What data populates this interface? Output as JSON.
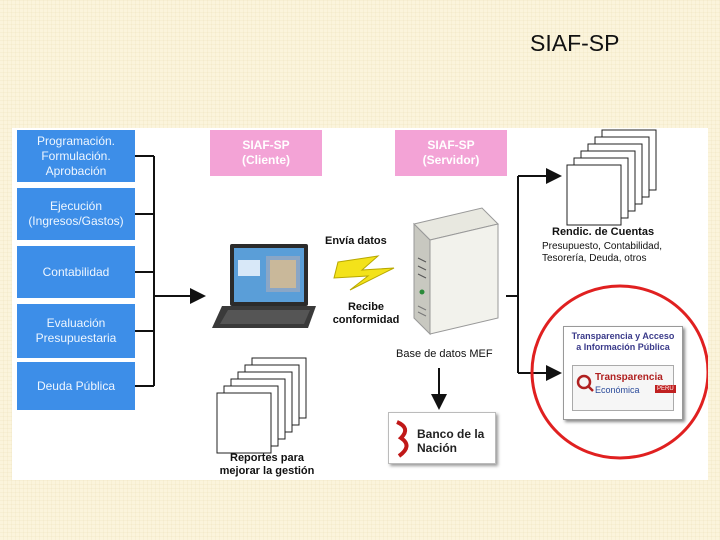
{
  "slide": {
    "title": "SIAF-SP"
  },
  "left_boxes": [
    {
      "label": "Programación.\nFormulación.\nAprobación"
    },
    {
      "label": "Ejecución\n(Ingresos/Gastos)"
    },
    {
      "label": "Contabilidad"
    },
    {
      "label": "Evaluación\nPresupuestaria"
    },
    {
      "label": "Deuda Pública"
    }
  ],
  "client_box": {
    "label": "SIAF-SP\n(Cliente)"
  },
  "server_box": {
    "label": "SIAF-SP\n(Servidor)"
  },
  "labels": {
    "envia": "Envía datos",
    "recibe": "Recibe\nconformidad",
    "base_datos": "Base de datos MEF",
    "rendic_title": "Rendic. de Cuentas",
    "rendic_detail": "Presupuesto, Contabilidad,\nTesorería, Deuda,  otros",
    "reportes": "Reportes para\nmejorar la gestión"
  },
  "bank": {
    "label": "Banco de la Nación"
  },
  "transparency": {
    "header": "Transparencia y Acceso\na Información Pública",
    "logo_line1": "Transparencia",
    "logo_line2": "Económica",
    "logo_badge": "PERU"
  },
  "colors": {
    "left_box": "#3d8ee8",
    "pink_box": "#f3a3d6",
    "red_circle": "#e02020",
    "connector": "#111111"
  }
}
